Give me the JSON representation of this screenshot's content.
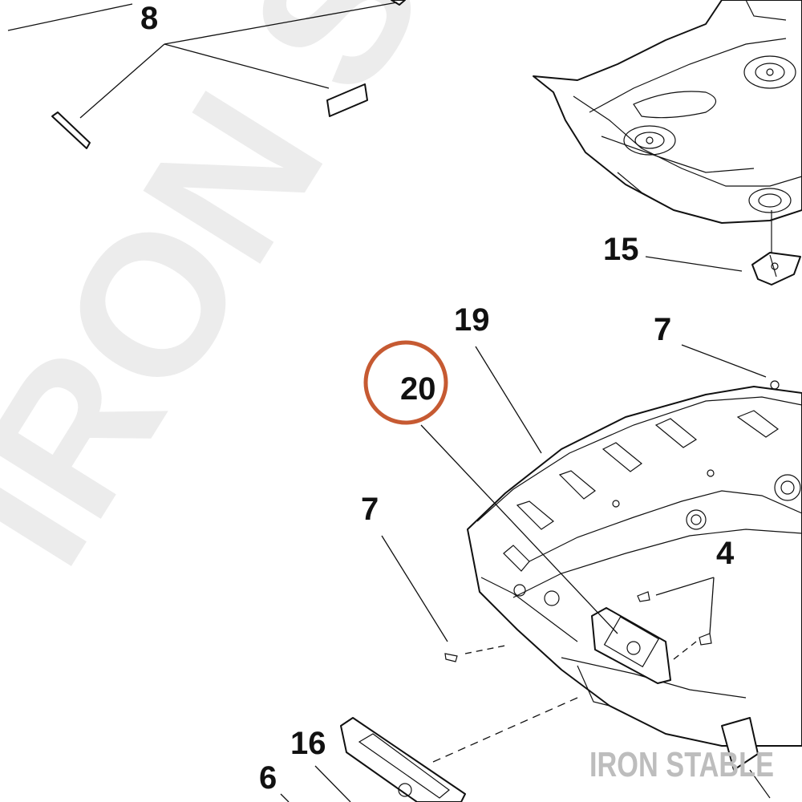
{
  "watermark": {
    "main_text": "IRON STABLE",
    "corner_text": "IRON STABLE"
  },
  "highlight": {
    "label": "20",
    "ring_color": "#c65a32"
  },
  "callouts": [
    {
      "id": "8",
      "label": "8"
    },
    {
      "id": "15",
      "label": "15"
    },
    {
      "id": "19",
      "label": "19"
    },
    {
      "id": "7-top",
      "label": "7"
    },
    {
      "id": "7-left",
      "label": "7"
    },
    {
      "id": "4",
      "label": "4"
    },
    {
      "id": "16",
      "label": "16"
    },
    {
      "id": "6",
      "label": "6"
    }
  ]
}
